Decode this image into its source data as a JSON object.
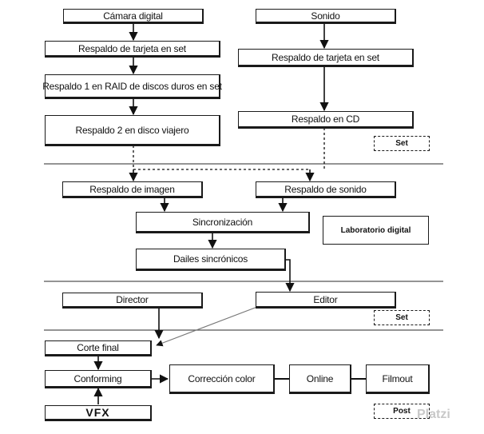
{
  "nodes": {
    "camara": "Cámara digital",
    "sonido": "Sonido",
    "respaldo_tarjeta_set": "Respaldo de tarjeta en set",
    "respaldo_tarjeta_sonido": "Respaldo de tarjeta en set",
    "respaldo_raid": "Respaldo 1 en RAID de discos duros en set",
    "respaldo_cd": "Respaldo en CD",
    "respaldo_viajero": "Respaldo 2 en disco viajero",
    "respaldo_imagen": "Respaldo de imagen",
    "respaldo_sonido": "Respaldo de sonido",
    "sincronizacion": "Sincronización",
    "dailies": "Dailes sincrónicos",
    "director": "Director",
    "editor": "Editor",
    "corte_final": "Corte final",
    "conforming": "Conforming",
    "correccion_color": "Corrección color",
    "online": "Online",
    "filmout": "Filmout",
    "vfx": "VFX"
  },
  "stage_tags": {
    "set_1": "Set",
    "laboratorio": "Laboratorio digital",
    "set_2": "Set",
    "post": "Post"
  },
  "watermark": "Platzi"
}
